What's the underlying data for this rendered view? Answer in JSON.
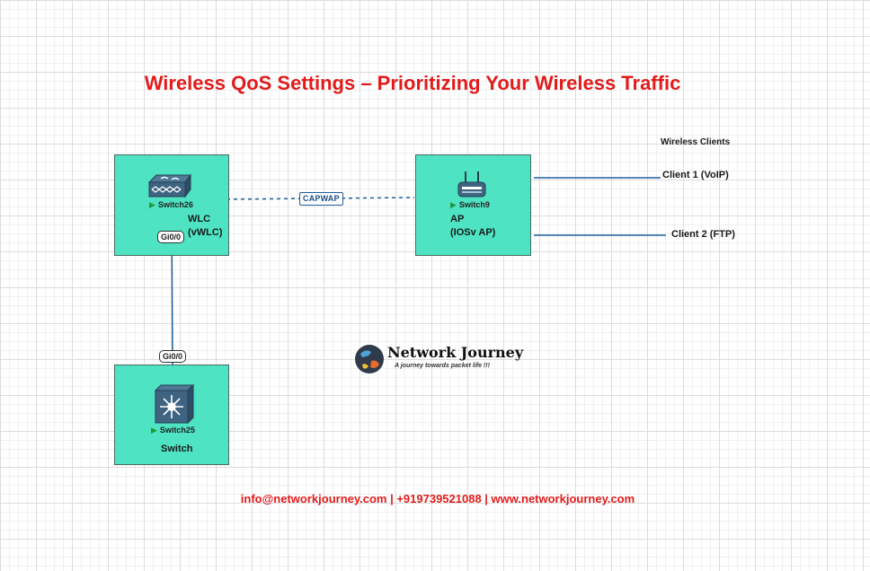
{
  "title": "Wireless QoS Settings – Prioritizing Your Wireless Traffic",
  "nodes": {
    "wlc": {
      "hostname": "Switch26",
      "label_line1": "WLC",
      "label_line2": "(vWLC)"
    },
    "ap": {
      "hostname": "Switch9",
      "label_line1": "AP",
      "label_line2": "(IOSv AP)"
    },
    "switch": {
      "hostname": "Switch25",
      "label": "Switch"
    }
  },
  "links": {
    "capwap_label": "CAPWAP",
    "wlc_port": "Gi0/0",
    "switch_port": "Gi0/0"
  },
  "clients": {
    "heading": "Wireless Clients",
    "client1": "Client 1 (VoIP)",
    "client2": "Client 2 (FTP)"
  },
  "logo": {
    "name": "Network Journey",
    "tagline": "A journey towards packet life !!!"
  },
  "footer": "info@networkjourney.com | +919739521088 | www.networkjourney.com",
  "colors": {
    "title": "#e21b1b",
    "node_fill": "#4ee3c2",
    "link": "#1d5e9c"
  },
  "icons": {
    "wlc": "wireless-controller-icon",
    "ap": "access-point-icon",
    "switch": "layer3-switch-icon",
    "host_marker": "play-triangle-icon"
  }
}
